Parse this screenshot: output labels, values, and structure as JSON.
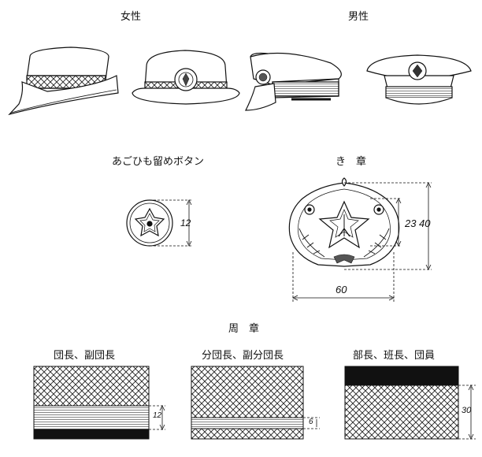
{
  "headings": {
    "female": "女性",
    "male": "男性",
    "chin_strap_button": "あごひも留めボタン",
    "badge": "き　章",
    "band": "周　章"
  },
  "dimensions": {
    "button_height": "12",
    "badge_inner": "23",
    "badge_height": "40",
    "badge_width": "60",
    "band_left": "12",
    "band_middle": "6",
    "band_right": "30"
  },
  "bands": [
    {
      "title": "団長、副団長"
    },
    {
      "title": "分団長、副分団長"
    },
    {
      "title": "部長、班長、団員"
    }
  ]
}
